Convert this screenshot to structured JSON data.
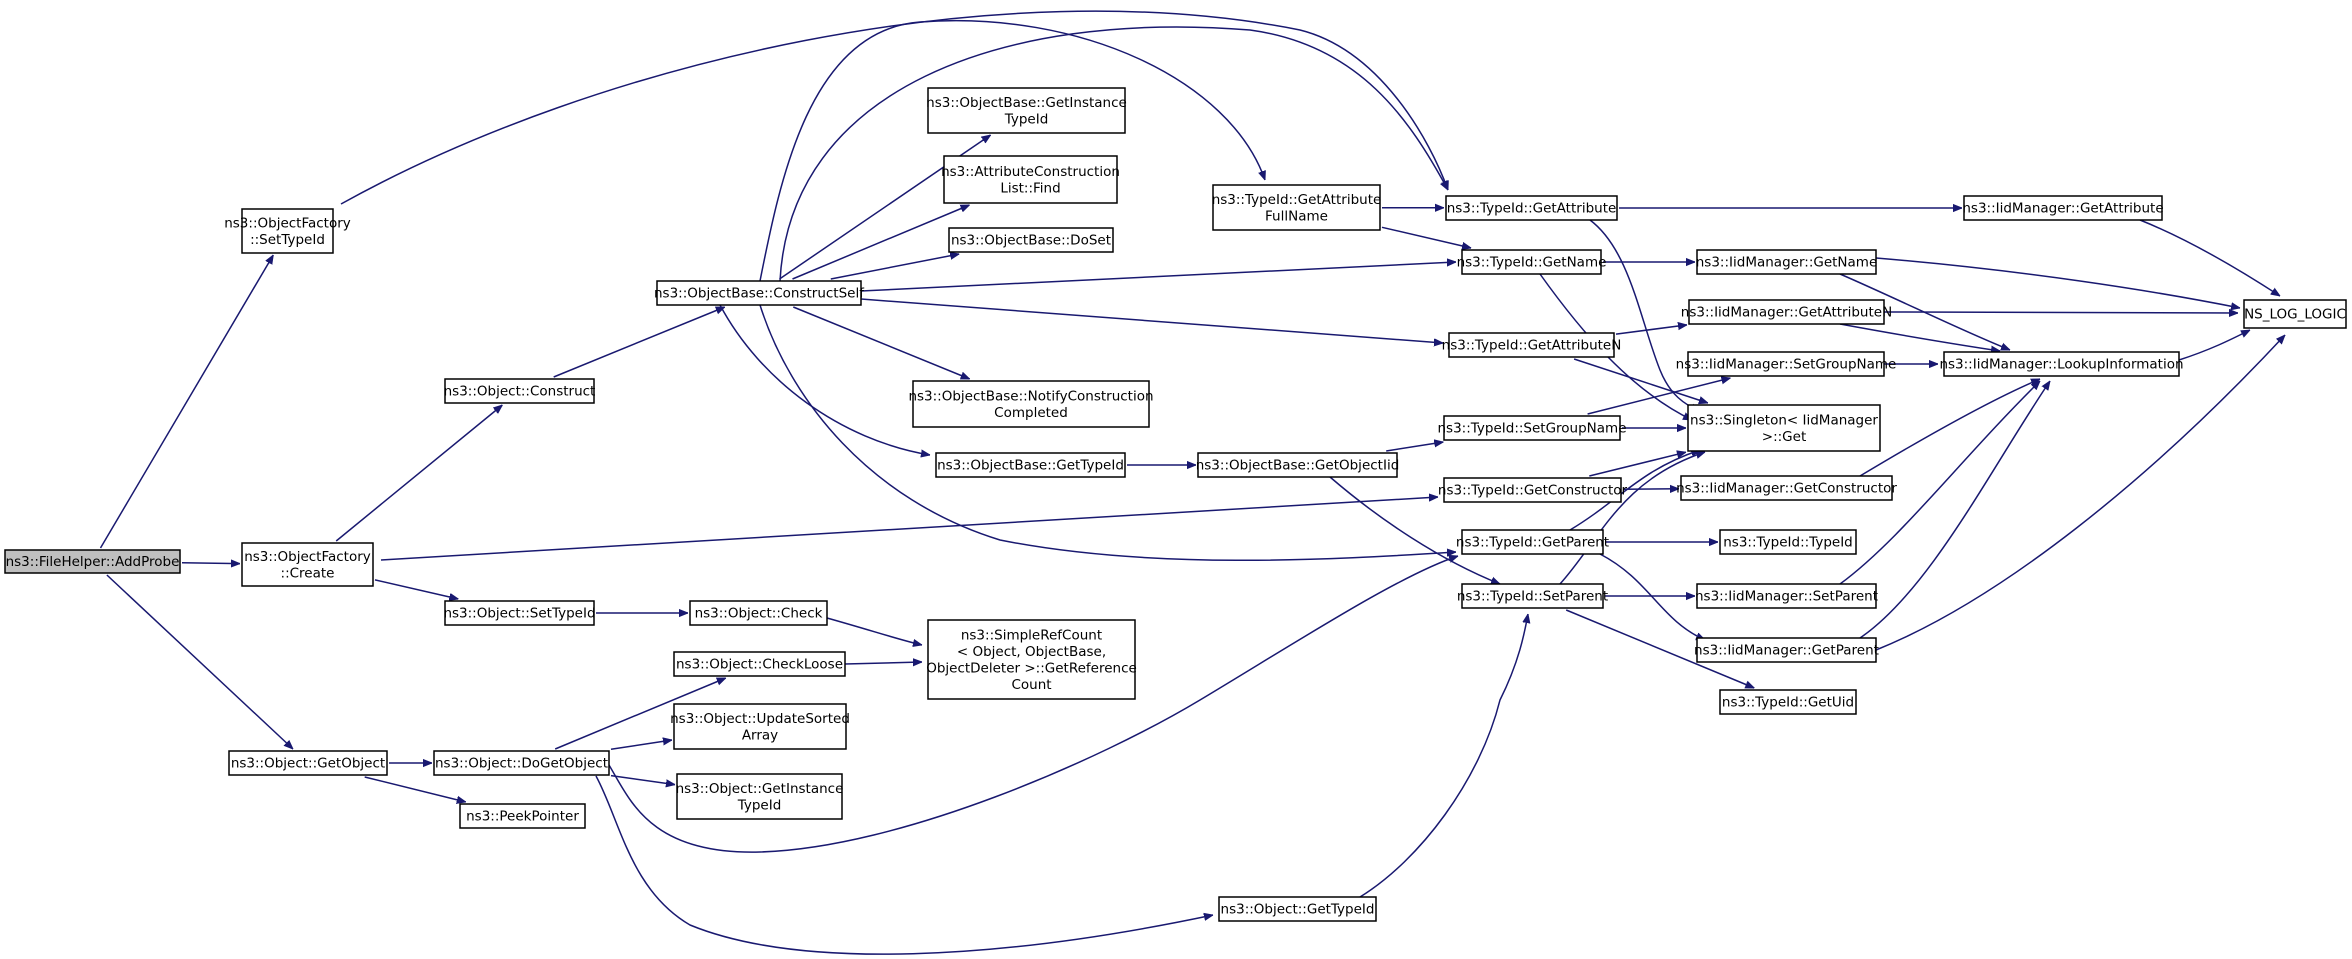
{
  "nodes": [
    {
      "id": "n0",
      "lines": [
        "ns3::FileHelper::AddProbe"
      ],
      "root": true
    },
    {
      "id": "n1",
      "lines": [
        "ns3::ObjectFactory",
        "::SetTypeId"
      ]
    },
    {
      "id": "n2",
      "lines": [
        "ns3::ObjectFactory",
        "::Create"
      ]
    },
    {
      "id": "n3",
      "lines": [
        "ns3::Object::GetObject"
      ]
    },
    {
      "id": "n4",
      "lines": [
        "ns3::Object::Construct"
      ]
    },
    {
      "id": "n5",
      "lines": [
        "ns3::Object::SetTypeId"
      ]
    },
    {
      "id": "n6",
      "lines": [
        "ns3::Object::DoGetObject"
      ]
    },
    {
      "id": "n7",
      "lines": [
        "ns3::PeekPointer"
      ]
    },
    {
      "id": "n8",
      "lines": [
        "ns3::ObjectBase::ConstructSelf"
      ]
    },
    {
      "id": "n9",
      "lines": [
        "ns3::Object::Check"
      ]
    },
    {
      "id": "n10",
      "lines": [
        "ns3::Object::CheckLoose"
      ]
    },
    {
      "id": "n11",
      "lines": [
        "ns3::Object::UpdateSorted",
        "Array"
      ]
    },
    {
      "id": "n12",
      "lines": [
        "ns3::Object::GetInstance",
        "TypeId"
      ]
    },
    {
      "id": "n13",
      "lines": [
        "ns3::ObjectBase::GetInstance",
        "TypeId"
      ]
    },
    {
      "id": "n14",
      "lines": [
        "ns3::AttributeConstruction",
        "List::Find"
      ]
    },
    {
      "id": "n15",
      "lines": [
        "ns3::ObjectBase::DoSet"
      ]
    },
    {
      "id": "n16",
      "lines": [
        "ns3::ObjectBase::NotifyConstruction",
        "Completed"
      ]
    },
    {
      "id": "n17",
      "lines": [
        "ns3::ObjectBase::GetTypeId"
      ]
    },
    {
      "id": "n18",
      "lines": [
        "ns3::SimpleRefCount",
        "< Object, ObjectBase,",
        "ObjectDeleter >::GetReference",
        "Count"
      ]
    },
    {
      "id": "n19",
      "lines": [
        "ns3::TypeId::GetAttribute",
        "FullName"
      ]
    },
    {
      "id": "n20",
      "lines": [
        "ns3::ObjectBase::GetObjectIid"
      ]
    },
    {
      "id": "n21",
      "lines": [
        "ns3::Object::GetTypeId"
      ]
    },
    {
      "id": "n22",
      "lines": [
        "ns3::TypeId::GetAttribute"
      ]
    },
    {
      "id": "n23",
      "lines": [
        "ns3::TypeId::GetName"
      ]
    },
    {
      "id": "n24",
      "lines": [
        "ns3::TypeId::GetAttributeN"
      ]
    },
    {
      "id": "n25",
      "lines": [
        "ns3::TypeId::SetGroupName"
      ]
    },
    {
      "id": "n26",
      "lines": [
        "ns3::TypeId::GetConstructor"
      ]
    },
    {
      "id": "n27",
      "lines": [
        "ns3::TypeId::GetParent"
      ]
    },
    {
      "id": "n28",
      "lines": [
        "ns3::TypeId::SetParent"
      ]
    },
    {
      "id": "n29",
      "lines": [
        "ns3::IidManager::GetName"
      ]
    },
    {
      "id": "n30",
      "lines": [
        "ns3::IidManager::GetAttributeN"
      ]
    },
    {
      "id": "n31",
      "lines": [
        "ns3::IidManager::SetGroupName"
      ]
    },
    {
      "id": "n32",
      "lines": [
        "ns3::Singleton< IidManager",
        " >::Get"
      ]
    },
    {
      "id": "n33",
      "lines": [
        "ns3::IidManager::GetConstructor"
      ]
    },
    {
      "id": "n34",
      "lines": [
        "ns3::TypeId::TypeId"
      ]
    },
    {
      "id": "n35",
      "lines": [
        "ns3::IidManager::SetParent"
      ]
    },
    {
      "id": "n36",
      "lines": [
        "ns3::IidManager::GetParent"
      ]
    },
    {
      "id": "n37",
      "lines": [
        "ns3::TypeId::GetUid"
      ]
    },
    {
      "id": "n38",
      "lines": [
        "ns3::IidManager::GetAttribute"
      ]
    },
    {
      "id": "n39",
      "lines": [
        "ns3::IidManager::LookupInformation"
      ]
    },
    {
      "id": "n40",
      "lines": [
        "NS_LOG_LOGIC"
      ]
    }
  ],
  "edges": [
    [
      "n0",
      "n1"
    ],
    [
      "n0",
      "n2"
    ],
    [
      "n0",
      "n3"
    ],
    [
      "n1",
      "n22"
    ],
    [
      "n2",
      "n4"
    ],
    [
      "n2",
      "n5"
    ],
    [
      "n2",
      "n26"
    ],
    [
      "n3",
      "n6"
    ],
    [
      "n3",
      "n7"
    ],
    [
      "n4",
      "n8"
    ],
    [
      "n5",
      "n9"
    ],
    [
      "n6",
      "n10"
    ],
    [
      "n6",
      "n11"
    ],
    [
      "n6",
      "n12"
    ],
    [
      "n6",
      "n27"
    ],
    [
      "n6",
      "n21"
    ],
    [
      "n8",
      "n13"
    ],
    [
      "n8",
      "n14"
    ],
    [
      "n8",
      "n15"
    ],
    [
      "n8",
      "n16"
    ],
    [
      "n8",
      "n17"
    ],
    [
      "n8",
      "n19"
    ],
    [
      "n8",
      "n22"
    ],
    [
      "n8",
      "n23"
    ],
    [
      "n8",
      "n24"
    ],
    [
      "n8",
      "n27"
    ],
    [
      "n9",
      "n18"
    ],
    [
      "n10",
      "n18"
    ],
    [
      "n17",
      "n20"
    ],
    [
      "n19",
      "n22"
    ],
    [
      "n19",
      "n23"
    ],
    [
      "n20",
      "n25"
    ],
    [
      "n20",
      "n28"
    ],
    [
      "n21",
      "n28"
    ],
    [
      "n22",
      "n38"
    ],
    [
      "n22",
      "n32"
    ],
    [
      "n23",
      "n29"
    ],
    [
      "n23",
      "n32"
    ],
    [
      "n24",
      "n30"
    ],
    [
      "n24",
      "n32"
    ],
    [
      "n25",
      "n31"
    ],
    [
      "n25",
      "n32"
    ],
    [
      "n26",
      "n33"
    ],
    [
      "n26",
      "n32"
    ],
    [
      "n27",
      "n34"
    ],
    [
      "n27",
      "n36"
    ],
    [
      "n27",
      "n32"
    ],
    [
      "n28",
      "n35"
    ],
    [
      "n28",
      "n37"
    ],
    [
      "n28",
      "n32"
    ],
    [
      "n29",
      "n40"
    ],
    [
      "n29",
      "n39"
    ],
    [
      "n30",
      "n40"
    ],
    [
      "n30",
      "n39"
    ],
    [
      "n31",
      "n39"
    ],
    [
      "n33",
      "n39"
    ],
    [
      "n35",
      "n39"
    ],
    [
      "n36",
      "n39"
    ],
    [
      "n36",
      "n40"
    ],
    [
      "n38",
      "n40"
    ],
    [
      "n39",
      "n40"
    ]
  ]
}
